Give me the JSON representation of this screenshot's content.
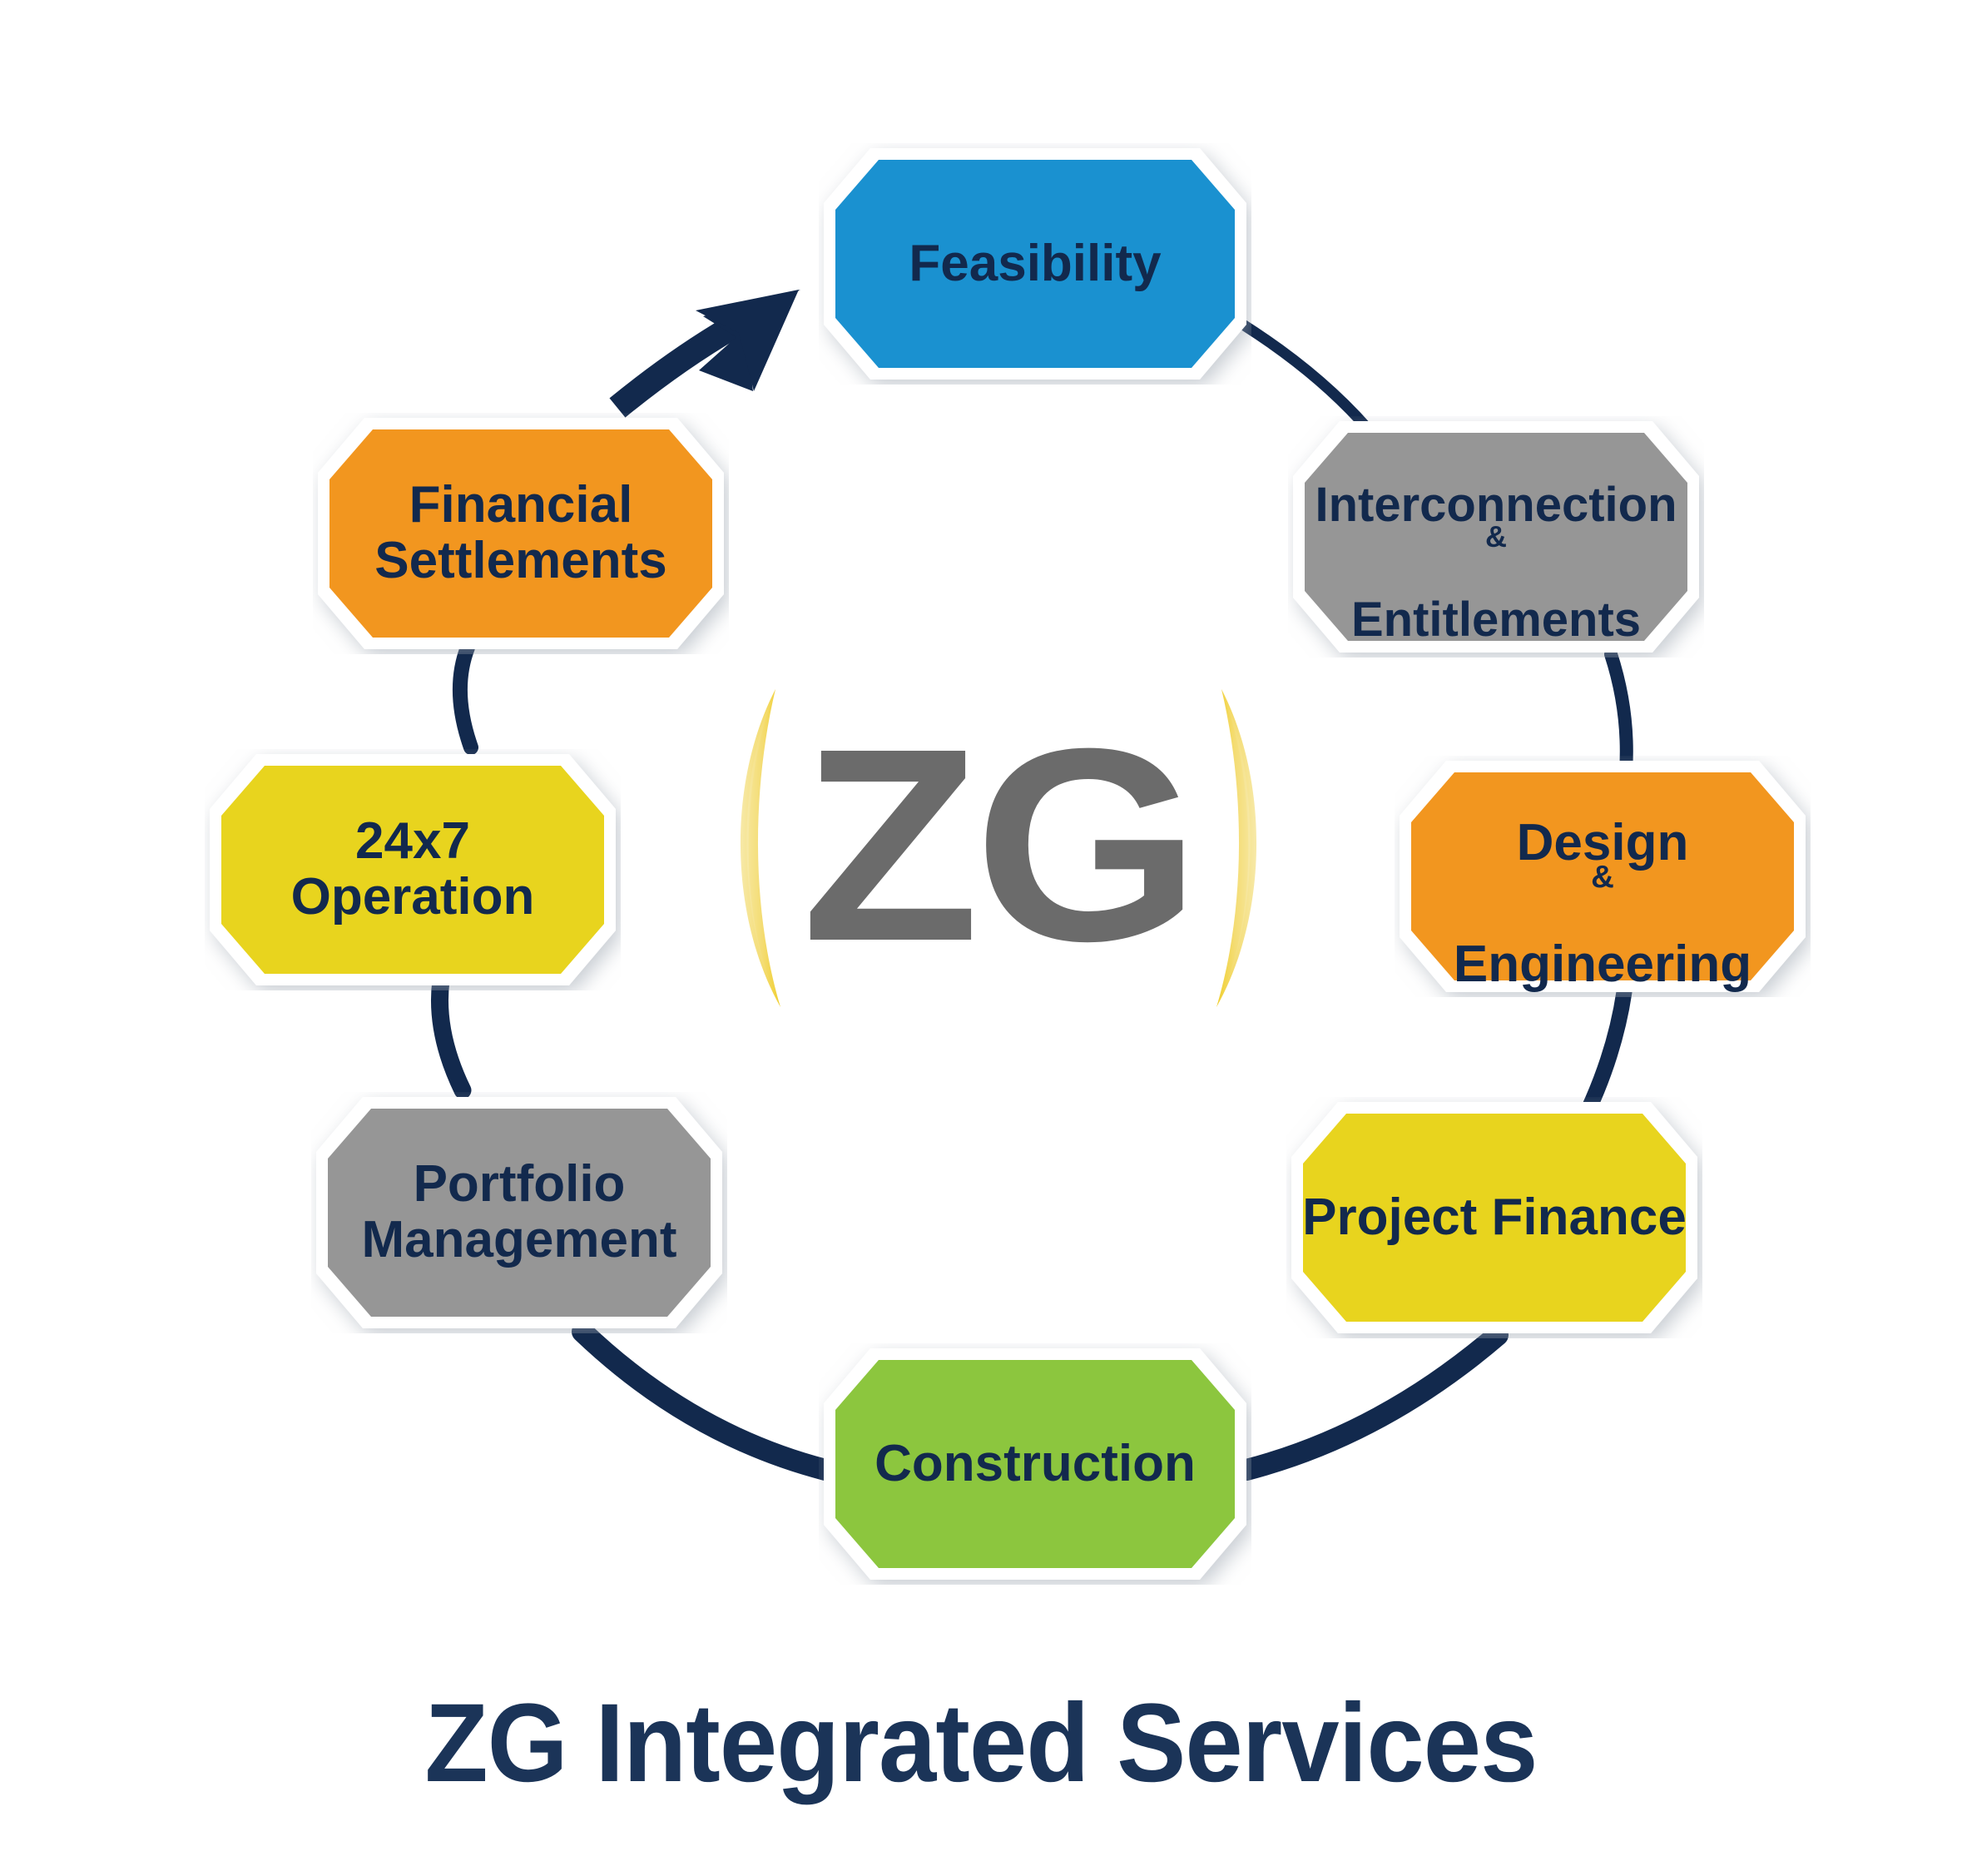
{
  "diagram": {
    "title": "ZG Integrated Services",
    "center_logo": {
      "text": "ZG",
      "letters_color": "#6b6b6b",
      "accent_color": "#f2d23c",
      "left_accent_name": "left-yellow-crescent",
      "right_accent_name": "right-yellow-crescent"
    },
    "flow_direction": "clockwise",
    "arrow": {
      "name": "cycle-arrowhead",
      "color": "#12294d",
      "points_to": "Feasibility"
    },
    "connector_color": "#12294d",
    "node_outline_color": "#ffffff",
    "label_color": "#12294d",
    "nodes": [
      {
        "id": "feasibility",
        "label": "Feasibility",
        "color": "#1a91d0",
        "position": "top"
      },
      {
        "id": "interconnect",
        "label": "Interconnection",
        "label2": "Entitlements",
        "amp": "&",
        "color": "#969696",
        "position": "top-right"
      },
      {
        "id": "design",
        "label": "Design",
        "label2": "Engineering",
        "amp": "&",
        "color": "#f2961f",
        "position": "right"
      },
      {
        "id": "finance",
        "label": "Project Finance",
        "color": "#e8d41e",
        "position": "bottom-right"
      },
      {
        "id": "construction",
        "label": "Construction",
        "color": "#8cc63e",
        "position": "bottom"
      },
      {
        "id": "portfolio",
        "label": "Portfolio\nManagement",
        "color": "#969696",
        "position": "bottom-left"
      },
      {
        "id": "operation",
        "label": "24x7\nOperation",
        "color": "#e8d41e",
        "position": "left"
      },
      {
        "id": "settlements",
        "label": "Financial\nSettlements",
        "color": "#f2961f",
        "position": "top-left"
      }
    ]
  }
}
